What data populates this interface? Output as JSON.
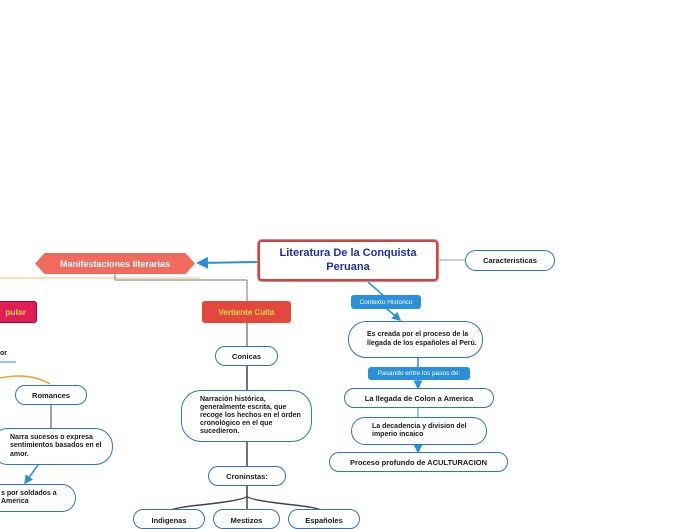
{
  "map": {
    "central": "Literatura De la Conquista Peruana",
    "manifestaciones": "Manifestaciones literarias",
    "caracteristicas": "Caracteristicas",
    "contexto": "Contexto Historico",
    "contexto_detail": "Es creada por el proceso de la llegada de los españoles al Perù.",
    "pasando": "Pasando entre los pasos de:",
    "paso1": "La llegada de Colon a America",
    "paso2": "La decadencia y division del imperio incaico",
    "paso3": "Proceso profundo de ACULTURACION",
    "vertiente_culta": "Vertiente Culta",
    "vertiente_popular": "pular",
    "conicas": "Conicas",
    "conicas_detail": "Narración histórica, generalmente escrita, que recoge los hechos en el orden cronológico en el que sucedieron.",
    "cronistas": "Croninstas:",
    "indigenas": "Indigenas",
    "mestizos": "Mestizos",
    "espanoles": "Españoles",
    "or_fragment": "or",
    "romances": "Romances",
    "romances_detail": "Narra sucesos o expresa sentimientos basados en el amor.",
    "soldados_fragment": "s por soldados a America"
  },
  "colors": {
    "connector_blue": "#2a76c6",
    "connector_gray": "#999999",
    "connector_orange": "#f0a030",
    "connector_dark": "#444444"
  }
}
